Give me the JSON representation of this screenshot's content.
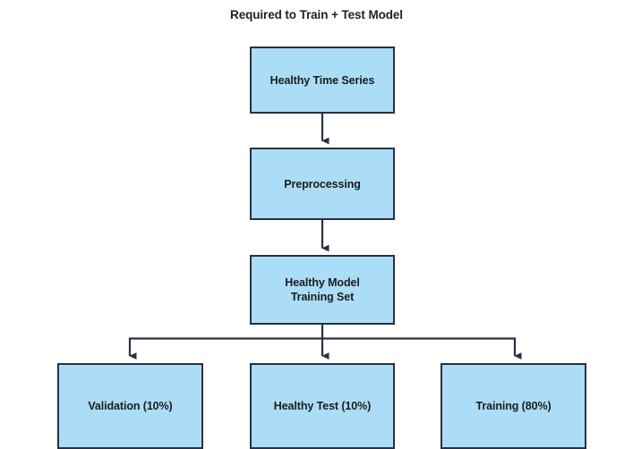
{
  "diagram": {
    "title": "Required to Train + Test Model",
    "type": "flowchart",
    "colors": {
      "node_fill": "#ACDDF7",
      "node_border": "#2A3042",
      "connector": "#2A3042",
      "text": "#1b1b1f",
      "background": "#ffffff"
    },
    "nodes": [
      {
        "id": "healthy-time-series",
        "label": "Healthy Time Series"
      },
      {
        "id": "preprocessing",
        "label": "Preprocessing"
      },
      {
        "id": "training-set",
        "label": "Healthy Model\nTraining Set"
      },
      {
        "id": "validation",
        "label": "Validation (10%)"
      },
      {
        "id": "healthy-test",
        "label": "Healthy Test (10%)"
      },
      {
        "id": "training",
        "label": "Training (80%)"
      }
    ],
    "edges": [
      {
        "from": "healthy-time-series",
        "to": "preprocessing",
        "style": "straight-arrow"
      },
      {
        "from": "preprocessing",
        "to": "training-set",
        "style": "straight-arrow"
      },
      {
        "from": "training-set",
        "to": "validation",
        "style": "elbow-arrow"
      },
      {
        "from": "training-set",
        "to": "healthy-test",
        "style": "straight-arrow"
      },
      {
        "from": "training-set",
        "to": "training",
        "style": "elbow-arrow"
      }
    ],
    "splits": [
      {
        "name": "Validation",
        "percent": 10
      },
      {
        "name": "Healthy Test",
        "percent": 10
      },
      {
        "name": "Training",
        "percent": 80
      }
    ]
  }
}
